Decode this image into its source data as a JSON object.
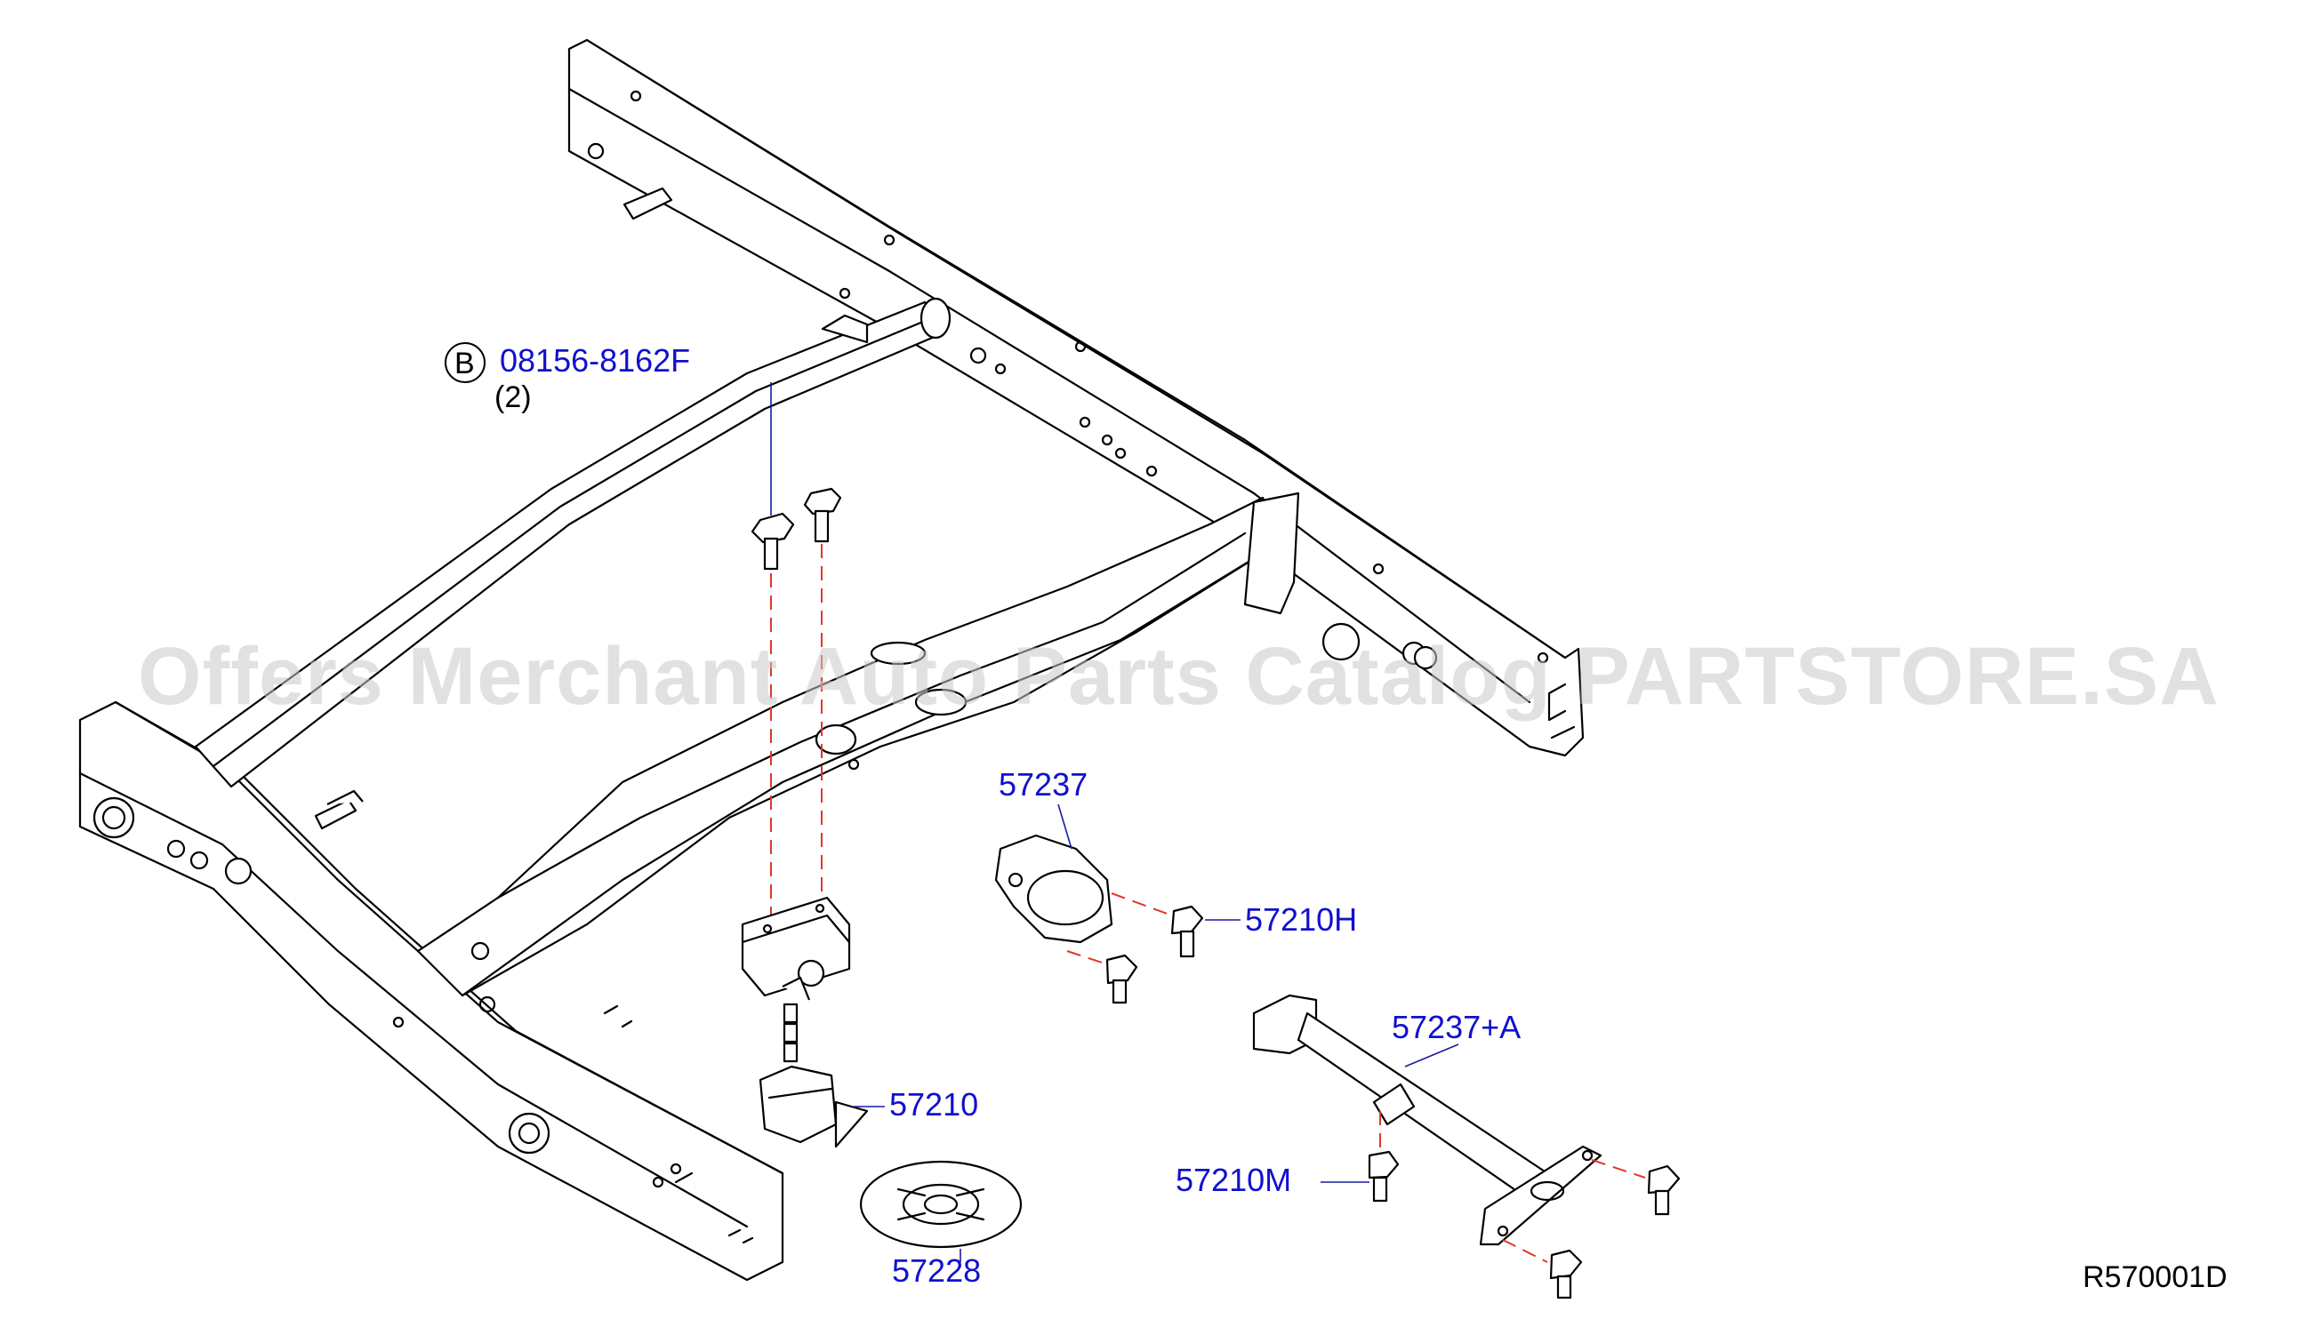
{
  "diagram": {
    "reference_code": "R570001D",
    "watermark": "Offers Merchant Auto Parts Catalog PARTSTORE.SA",
    "callout_letter": "B",
    "callout_part_number": "08156-8162F",
    "callout_quantity": "(2)",
    "parts": {
      "p57237": "57237",
      "p57210H": "57210H",
      "p57237A": "57237+A",
      "p57210": "57210",
      "p57210M": "57210M",
      "p57228": "57228"
    },
    "colors": {
      "part_number_text": "#1010d0",
      "leader_dash": "#e0362c",
      "watermark": "#c9c9c9"
    }
  }
}
